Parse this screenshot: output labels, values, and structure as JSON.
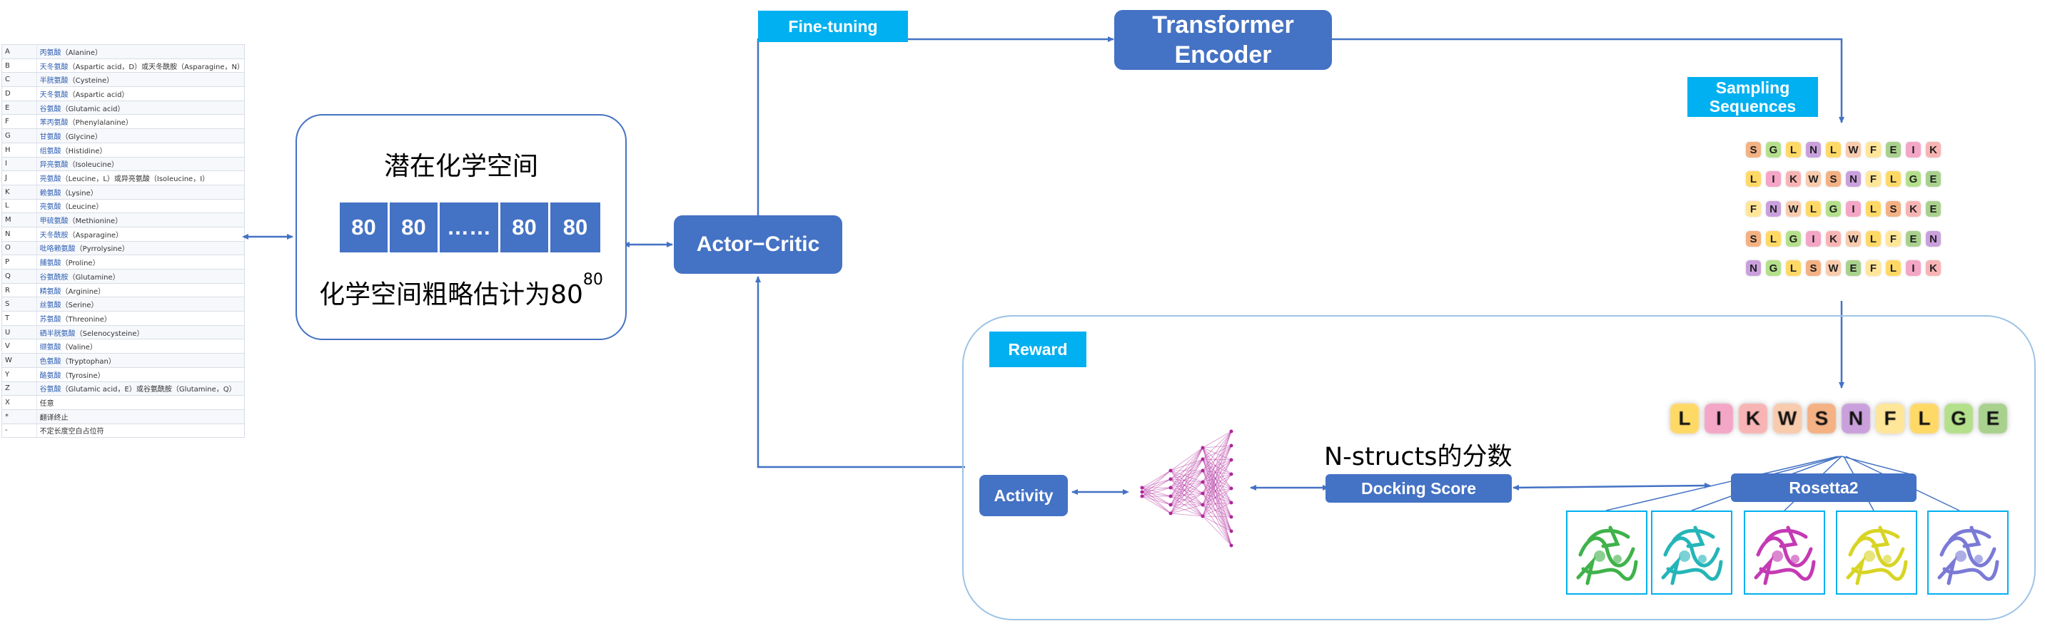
{
  "amino_acids": [
    {
      "code": "A",
      "cn": "丙氨酸",
      "en": "（Alanine）"
    },
    {
      "code": "B",
      "cn": "天冬氨酸",
      "en": "（Aspartic acid，D）或天冬酰胺（Asparagine，N）"
    },
    {
      "code": "C",
      "cn": "半胱氨酸",
      "en": "（Cysteine）"
    },
    {
      "code": "D",
      "cn": "天冬氨酸",
      "en": "（Aspartic acid）"
    },
    {
      "code": "E",
      "cn": "谷氨酸",
      "en": "（Glutamic acid）"
    },
    {
      "code": "F",
      "cn": "苯丙氨酸",
      "en": "（Phenylalanine）"
    },
    {
      "code": "G",
      "cn": "甘氨酸",
      "en": "（Glycine）"
    },
    {
      "code": "H",
      "cn": "组氨酸",
      "en": "（Histidine）"
    },
    {
      "code": "I",
      "cn": "异亮氨酸",
      "en": "（Isoleucine）"
    },
    {
      "code": "J",
      "cn": "亮氨酸",
      "en": "（Leucine，L）或异亮氨酸（Isoleucine，I）"
    },
    {
      "code": "K",
      "cn": "赖氨酸",
      "en": "（Lysine）"
    },
    {
      "code": "L",
      "cn": "亮氨酸",
      "en": "（Leucine）"
    },
    {
      "code": "M",
      "cn": "甲硫氨酸",
      "en": "（Methionine）"
    },
    {
      "code": "N",
      "cn": "天冬酰胺",
      "en": "（Asparagine）"
    },
    {
      "code": "O",
      "cn": "吡咯赖氨酸",
      "en": "（Pyrrolysine）"
    },
    {
      "code": "P",
      "cn": "脯氨酸",
      "en": "（Proline）"
    },
    {
      "code": "Q",
      "cn": "谷氨酰胺",
      "en": "（Glutamine）"
    },
    {
      "code": "R",
      "cn": "精氨酸",
      "en": "（Arginine）"
    },
    {
      "code": "S",
      "cn": "丝氨酸",
      "en": "（Serine）"
    },
    {
      "code": "T",
      "cn": "苏氨酸",
      "en": "（Threonine）"
    },
    {
      "code": "U",
      "cn": "硒半胱氨酸",
      "en": "（Selenocysteine）"
    },
    {
      "code": "V",
      "cn": "缬氨酸",
      "en": "（Valine）"
    },
    {
      "code": "W",
      "cn": "色氨酸",
      "en": "（Tryptophan）"
    },
    {
      "code": "Y",
      "cn": "酪氨酸",
      "en": "（Tyrosine）"
    },
    {
      "code": "Z",
      "cn": "谷氨酸",
      "en": "（Glutamic acid，E）或谷氨酰胺（Glutamine，Q）"
    },
    {
      "code": "X",
      "cn": "",
      "en": "任意"
    },
    {
      "code": "*",
      "cn": "",
      "en": "翻译终止"
    },
    {
      "code": "-",
      "cn": "",
      "en": "不定长度空白占位符"
    }
  ],
  "latent": {
    "title": "潜在化学空间",
    "cells": [
      "80",
      "80",
      "……",
      "80",
      "80"
    ],
    "caption": "化学空间粗略估计为80",
    "caption_exp": "80"
  },
  "nodes": {
    "actor_critic": "Actor−Critic",
    "fine_tuning": "Fine-tuning",
    "transformer_line1": "Transformer",
    "transformer_line2": "Encoder",
    "sampling_line1": "Sampling",
    "sampling_line2": "Sequences",
    "reward": "Reward",
    "activity": "Activity",
    "docking_score": "Docking Score",
    "rosetta": "Rosetta2",
    "nstructs": "N-structs的分数"
  },
  "sequences": [
    "SGLNLWFEIK",
    "LIKWSNFLGE",
    "FNWLGILSKE",
    "SLGIKWLFEN",
    "NGLSWEFLIK"
  ],
  "selected_sequence": "LIKWSNFLGE",
  "colors": {
    "node_blue": "#4472c4",
    "tag_cyan": "#00b0f0",
    "reward_border": "#9dc3e6",
    "network_magenta": "#b0259b",
    "protein_colors": [
      "#3fb24a",
      "#24b5b8",
      "#c43ab4",
      "#d8d424",
      "#7a7ad6"
    ],
    "letter_colors": {
      "S": "#f4b183",
      "G": "#b4e08c",
      "L": "#ffd966",
      "N": "#c9a0dc",
      "W": "#f8cbad",
      "F": "#ffe699",
      "E": "#a9d18e",
      "I": "#f4a6c6",
      "K": "#f8b4b4"
    }
  }
}
